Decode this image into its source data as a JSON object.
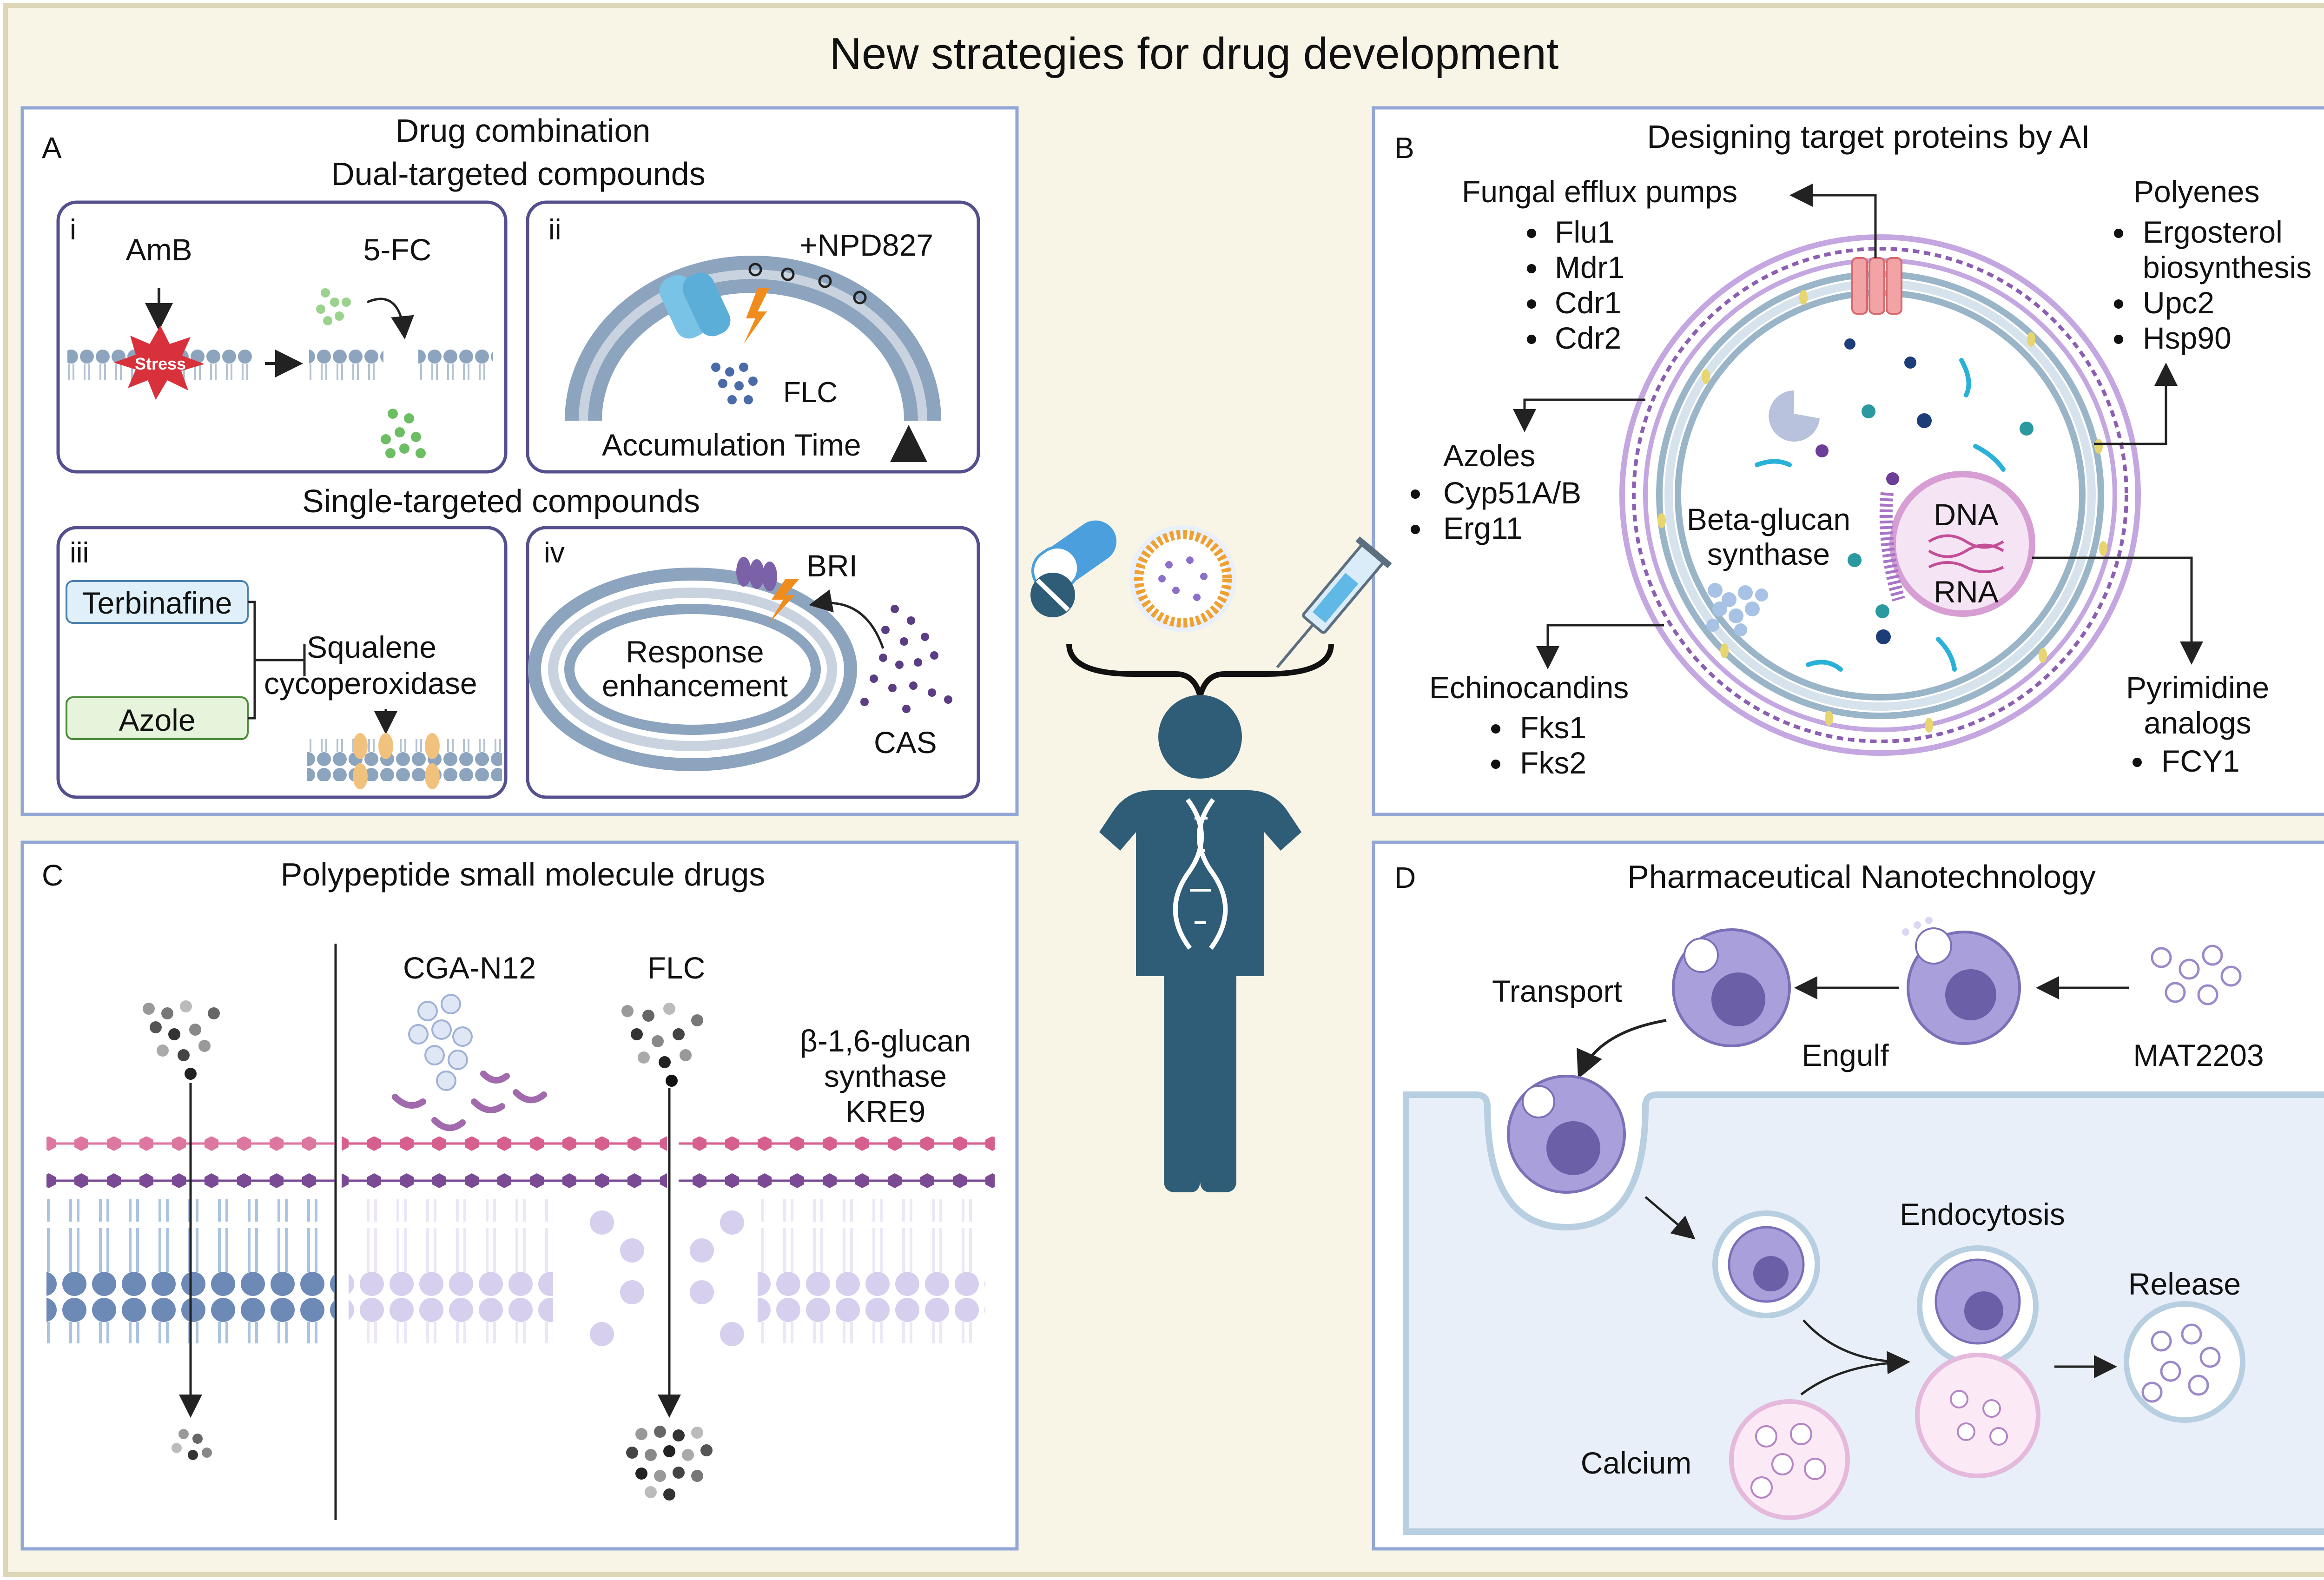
{
  "title": "New strategies for drug development",
  "colors": {
    "background": "#f8f4e6",
    "outer_border": "#ddd6b7",
    "panel_border": "#93a7d6",
    "subpanel_border": "#54508e",
    "person": "#2f5d77",
    "membrane_head": "#8da4be",
    "macrophage": "#a89fdb",
    "chitin_pink": "#d75f8e",
    "chitin_purple": "#7a4a95",
    "lipid_light": "#d7cfee",
    "fungal_membrane": "#b7cfe0"
  },
  "panel_a": {
    "letter": "A",
    "heading": "Drug combination",
    "subheading_dual": "Dual-targeted compounds",
    "subheading_single": "Single-targeted compounds",
    "sub_i": {
      "numeral": "i",
      "amb": "AmB",
      "fc": "5-FC",
      "stress": "Stress"
    },
    "sub_ii": {
      "numeral": "ii",
      "npd": "+NPD827",
      "flc": "FLC",
      "accumulation": "Accumulation Time"
    },
    "sub_iii": {
      "numeral": "iii",
      "terbinafine": "Terbinafine",
      "azole": "Azole",
      "target_line1": "Squalene",
      "target_line2": "cycoperoxidase"
    },
    "sub_iv": {
      "numeral": "iv",
      "bri": "BRI",
      "response_line1": "Response",
      "response_line2": "enhancement",
      "cas": "CAS"
    }
  },
  "panel_b": {
    "letter": "B",
    "heading": "Designing target proteins by AI",
    "efflux": {
      "title": "Fungal efflux pumps",
      "items": [
        "Flu1",
        "Mdr1",
        "Cdr1",
        "Cdr2"
      ]
    },
    "polyenes": {
      "title": "Polyenes",
      "items": [
        "Ergosterol biosynthesis",
        "Upc2",
        "Hsp90"
      ],
      "item0_line1": "Ergosterol",
      "item0_line2": "biosynthesis"
    },
    "azoles": {
      "title": "Azoles",
      "items": [
        "Cyp51A/B",
        "Erg11"
      ]
    },
    "beta_glucan": {
      "line1": "Beta-glucan",
      "line2": "synthase"
    },
    "nucleus": {
      "dna": "DNA",
      "rna": "RNA"
    },
    "echinocandins": {
      "title": "Echinocandins",
      "items": [
        "Fks1",
        "Fks2"
      ]
    },
    "pyrimidine": {
      "line1": "Pyrimidine",
      "line2": "analogs",
      "items": [
        "FCY1"
      ]
    }
  },
  "panel_c": {
    "letter": "C",
    "heading": "Polypeptide small molecule drugs",
    "cga": "CGA-N12",
    "flc": "FLC",
    "kre_line1": "β-1,6-glucan",
    "kre_line2": "synthase",
    "kre_line3": "KRE9"
  },
  "panel_d": {
    "letter": "D",
    "heading": "Pharmaceutical Nanotechnology",
    "transport": "Transport",
    "engulf": "Engulf",
    "mat": "MAT2203",
    "endocytosis": "Endocytosis",
    "release": "Release",
    "calcium": "Calcium"
  },
  "center": {
    "icons": [
      "pill-icon",
      "liposome-icon",
      "syringe-icon"
    ]
  }
}
